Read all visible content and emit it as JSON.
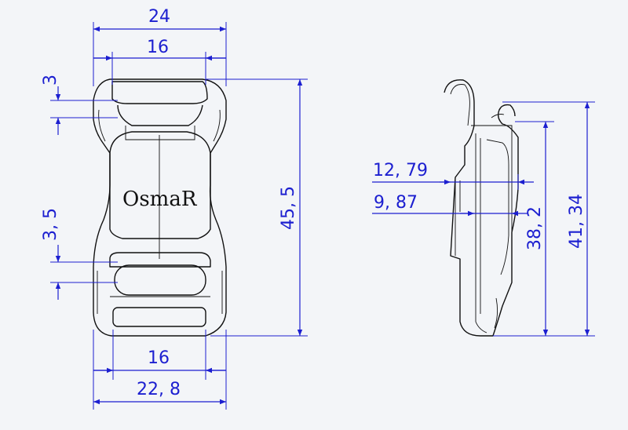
{
  "drawing": {
    "front_view": {
      "overall_width": "24",
      "strap_width_top": "16",
      "top_slot_height": "3",
      "bottom_slot_height": "3, 5",
      "strap_width_bottom": "16",
      "body_width": "22, 8",
      "overall_height": "45, 5",
      "logo_text": "OsmaR"
    },
    "side_view": {
      "thickness_1": "12, 79",
      "thickness_2": "9, 87",
      "height_inner": "38, 2",
      "height_outer": "41, 34"
    },
    "colors": {
      "background": "#f3f5f8",
      "dimension": "#1c1fd0",
      "outline": "#111111"
    }
  }
}
